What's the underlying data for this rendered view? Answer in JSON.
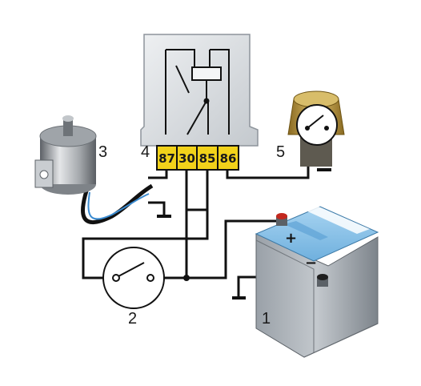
{
  "relay": {
    "pins": [
      "87",
      "30",
      "85",
      "86"
    ],
    "label": "4"
  },
  "labels": {
    "battery": "1",
    "switch": "2",
    "fan_motor": "3",
    "relay": "4",
    "thermo_switch": "5"
  },
  "battery": {
    "plus": "+",
    "minus": "−"
  },
  "colors": {
    "relay_body": "#d9dde2",
    "relay_pins": "#f2d21a",
    "battery_case": "#8d959d",
    "battery_top": "#8fc5ea",
    "wire": "#111111",
    "sensor_brass": "#c9a64a"
  }
}
